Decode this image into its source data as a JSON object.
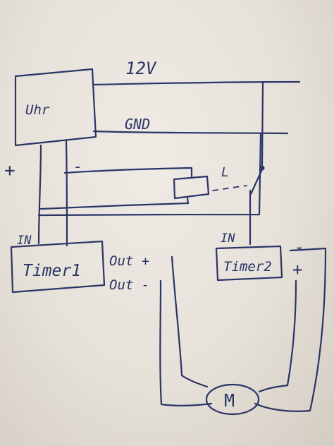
{
  "labels": {
    "rail_top": "12V",
    "rail_gnd": "GND",
    "clock": "Uhr",
    "plus_left": "+",
    "minus_left": "-",
    "relay_symbol": "L",
    "timer1_in": "IN",
    "timer1": "Timer1",
    "timer1_out_plus": "Out +",
    "timer1_out_minus": "Out -",
    "timer2_in": "IN",
    "timer2": "Timer2",
    "timer2_minus": "-",
    "timer2_plus": "+",
    "motor": "M"
  },
  "colors": {
    "ink": "#2a3466",
    "paper": "#e7e2da"
  }
}
